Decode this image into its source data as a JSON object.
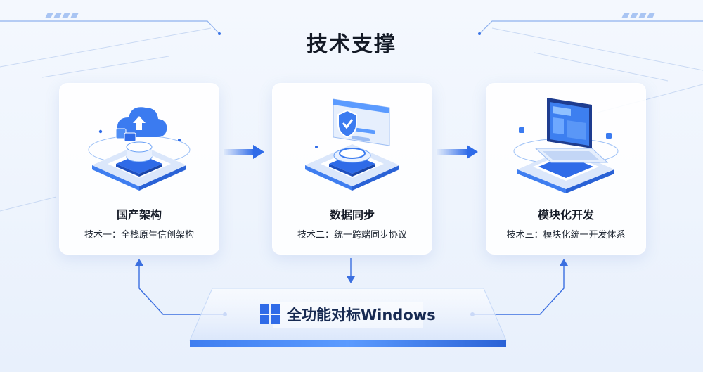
{
  "title": "技术支撑",
  "cards": [
    {
      "title": "国产架构",
      "desc": "技术一：全栈原生信创架构",
      "icon": "cloud-upload-icon"
    },
    {
      "title": "数据同步",
      "desc": "技术二：统一跨端同步协议",
      "icon": "shield-check-icon"
    },
    {
      "title": "模块化开发",
      "desc": "技术三：模块化统一开发体系",
      "icon": "laptop-icon"
    }
  ],
  "base": {
    "label": "全功能对标Windows",
    "icon": "windows-logo-icon"
  },
  "colors": {
    "accent": "#2f6be8",
    "accent_light": "#5b9bff",
    "text": "#141a26"
  }
}
